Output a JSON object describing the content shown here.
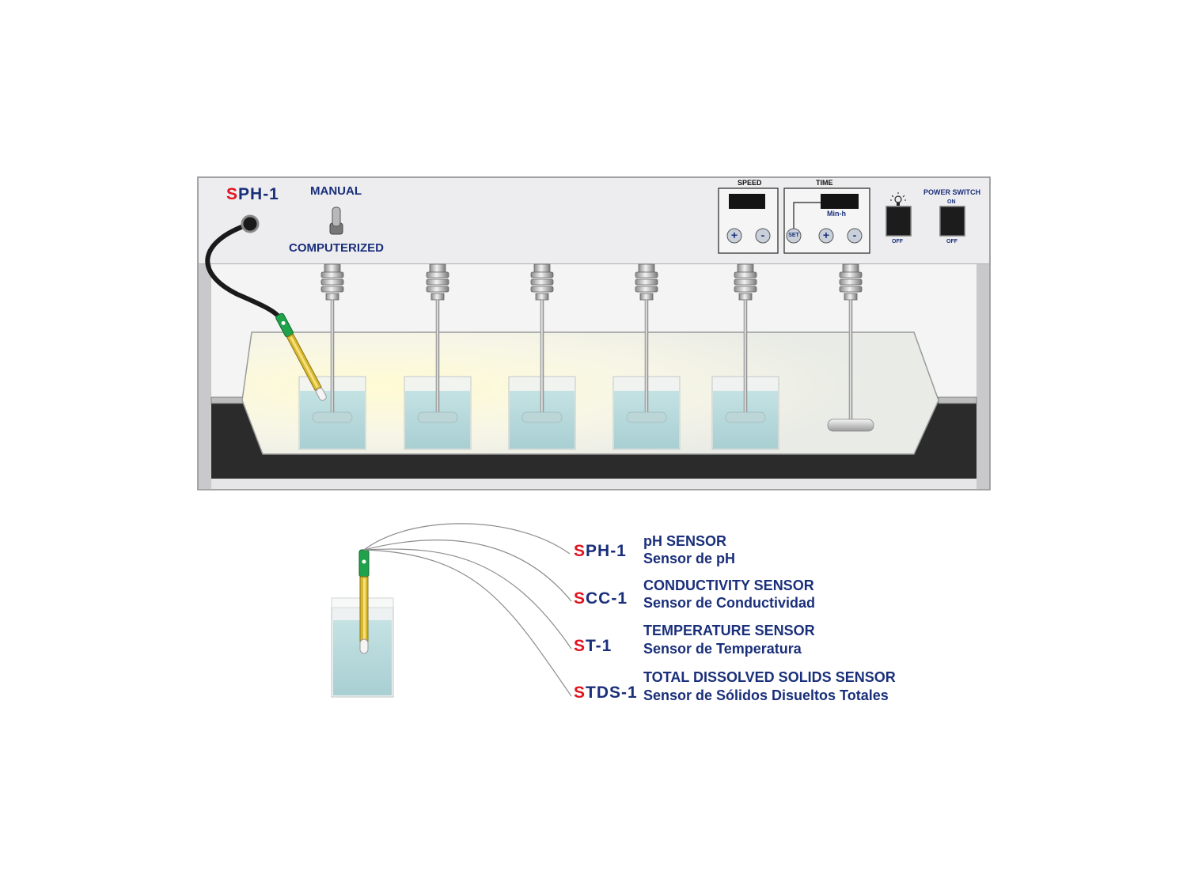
{
  "apparatus": {
    "sensor_code_prefix": "S",
    "sensor_code_rest": "PH-1",
    "mode_top": "MANUAL",
    "mode_bottom": "COMPUTERIZED",
    "speed_label": "SPEED",
    "time_label": "TIME",
    "time_unit": "Min-h",
    "set_label": "SET",
    "plus": "+",
    "minus": "-",
    "lamp_off": "OFF",
    "power_label": "POWER SWITCH",
    "power_on": "ON",
    "power_off": "OFF"
  },
  "colors": {
    "panel": "#ececed",
    "panel_border": "#8a8a8a",
    "base": "#2b2b2b",
    "text_blue": "#1a2f7a",
    "text_red": "#e0141e",
    "water": "#b8d8dc",
    "probe_green": "#1fa24a",
    "probe_yellow": "#d8b830"
  },
  "sensors": [
    {
      "prefix": "S",
      "rest": "PH-1",
      "en": "pH SENSOR",
      "es": "Sensor de pH"
    },
    {
      "prefix": "S",
      "rest": "CC-1",
      "en": "CONDUCTIVITY SENSOR",
      "es": "Sensor de Conductividad"
    },
    {
      "prefix": "S",
      "rest": "T-1",
      "en": "TEMPERATURE SENSOR",
      "es": "Sensor de Temperatura"
    },
    {
      "prefix": "S",
      "rest": "TDS-1",
      "en": "TOTAL DISSOLVED SOLIDS SENSOR",
      "es": "Sensor de Sólidos Disueltos Totales"
    }
  ]
}
